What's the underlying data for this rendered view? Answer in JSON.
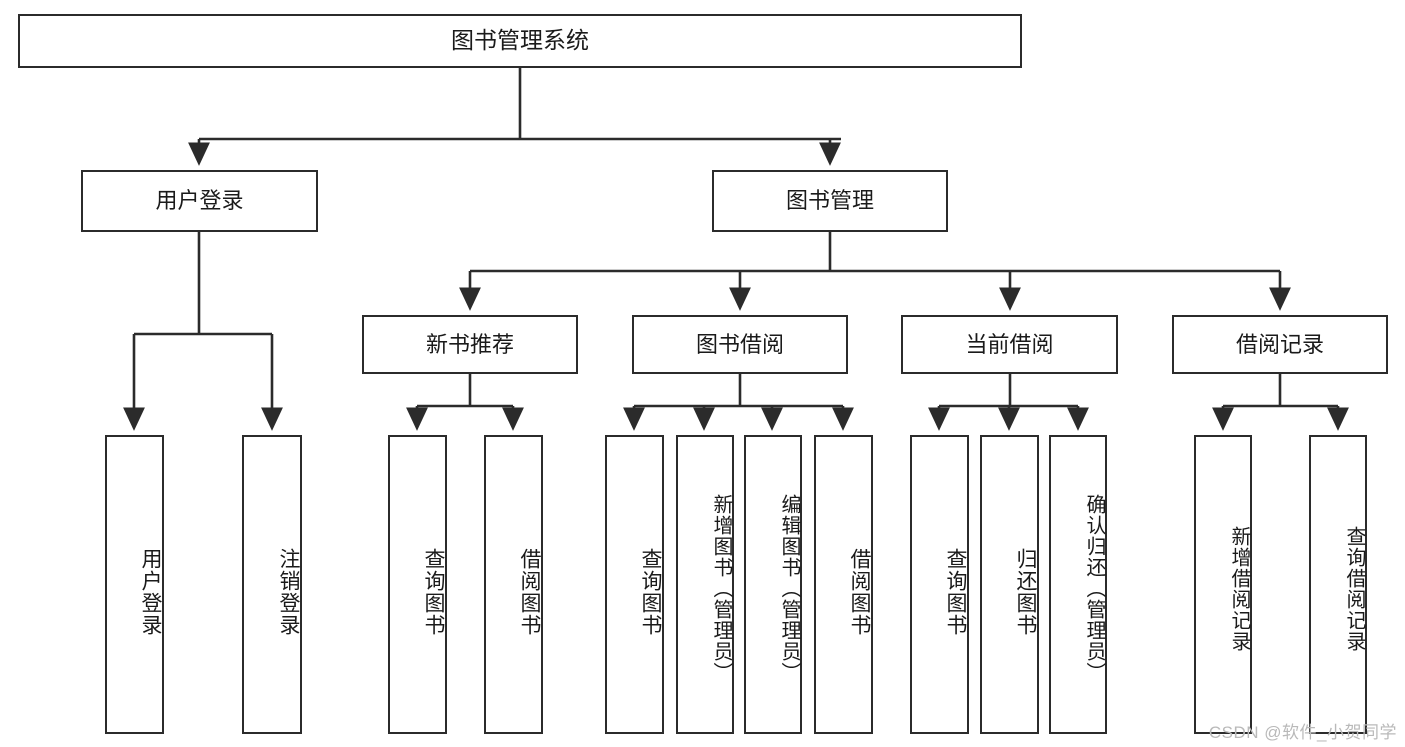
{
  "diagram": {
    "title": "图书管理系统",
    "type": "tree-hierarchy",
    "watermark": "CSDN @软件_小贺同学",
    "colors": {
      "stroke": "#2b2b2b",
      "box_fill": "#ffffff",
      "text": "#1a1a1a",
      "watermark": "#b9b9b9",
      "background": "#ffffff"
    },
    "root": {
      "label": "图书管理系统"
    },
    "level2": [
      {
        "label": "用户登录"
      },
      {
        "label": "图书管理"
      }
    ],
    "level3": [
      {
        "label": "新书推荐"
      },
      {
        "label": "图书借阅"
      },
      {
        "label": "当前借阅"
      },
      {
        "label": "借阅记录"
      }
    ],
    "leaves": [
      {
        "label": "用户登录",
        "parent": "用户登录"
      },
      {
        "label": "注销登录",
        "parent": "用户登录"
      },
      {
        "label": "查询图书",
        "parent": "新书推荐"
      },
      {
        "label": "借阅图书",
        "parent": "新书推荐"
      },
      {
        "label": "查询图书",
        "parent": "图书借阅"
      },
      {
        "label": "新增图书（管理员）",
        "parent": "图书借阅"
      },
      {
        "label": "编辑图书（管理员）",
        "parent": "图书借阅"
      },
      {
        "label": "借阅图书",
        "parent": "图书借阅"
      },
      {
        "label": "查询图书",
        "parent": "当前借阅"
      },
      {
        "label": "归还图书",
        "parent": "当前借阅"
      },
      {
        "label": "确认归还（管理员）",
        "parent": "当前借阅"
      },
      {
        "label": "新增借阅记录",
        "parent": "借阅记录"
      },
      {
        "label": "查询借阅记录",
        "parent": "借阅记录"
      }
    ]
  }
}
